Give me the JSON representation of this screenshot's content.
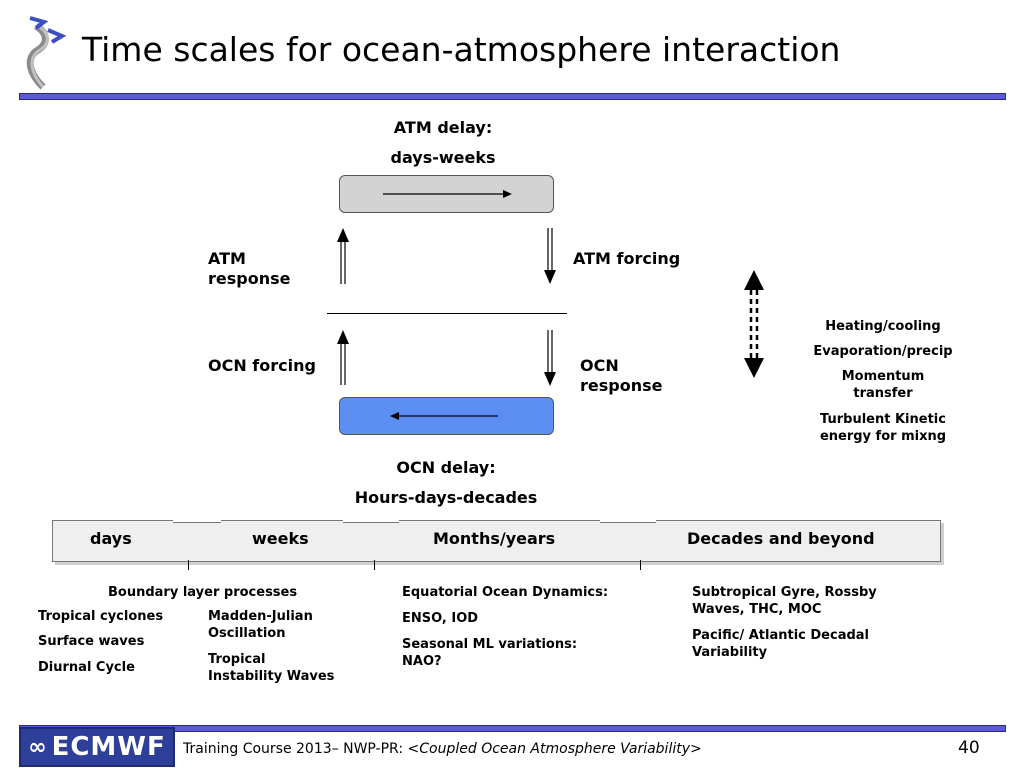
{
  "slide": {
    "title": "Time scales for ocean-atmosphere interaction",
    "page_number": "40"
  },
  "diagram": {
    "atm_delay_label": "ATM delay:",
    "atm_delay_value": "days-weeks",
    "atm_response": "ATM\nresponse",
    "atm_forcing": "ATM forcing",
    "ocn_forcing": "OCN forcing",
    "ocn_response": "OCN\nresponse",
    "ocn_delay_label": "OCN delay:",
    "ocn_delay_value": "Hours-days-decades",
    "atm_box_color": "#d3d3d3",
    "ocn_box_color": "#5b8ef0"
  },
  "exchanges": {
    "items": [
      "Heating/cooling",
      "Evaporation/precip",
      "Momentum\ntransfer",
      "Turbulent Kinetic\nenergy for mixng"
    ]
  },
  "timeline": {
    "segments": [
      "days",
      "weeks",
      "Months/years",
      "Decades and beyond"
    ]
  },
  "phenomena": {
    "boundary_layer": "Boundary layer processes",
    "tropical_cyclones": "Tropical cyclones",
    "surface_waves": "Surface waves",
    "diurnal_cycle": "Diurnal Cycle",
    "madden_julian": "Madden-Julian\nOscillation",
    "tiw": "Tropical\nInstability Waves",
    "equatorial": "Equatorial Ocean Dynamics:",
    "enso": "ENSO, IOD",
    "seasonal": "Seasonal ML variations:\nNAO?",
    "subtropical": "Subtropical Gyre, Rossby\nWaves, THC, MOC",
    "pacific": "Pacific/ Atlantic Decadal\nVariability"
  },
  "footer": {
    "logo_text": "ECMWF",
    "course_prefix": "Training Course 2013– NWP-PR: <",
    "course_italic": "Coupled Ocean Atmosphere Variability",
    "course_suffix": ">"
  },
  "colors": {
    "accent_bar": "#5a5ad8",
    "logo_bg": "#2e3f9a"
  }
}
